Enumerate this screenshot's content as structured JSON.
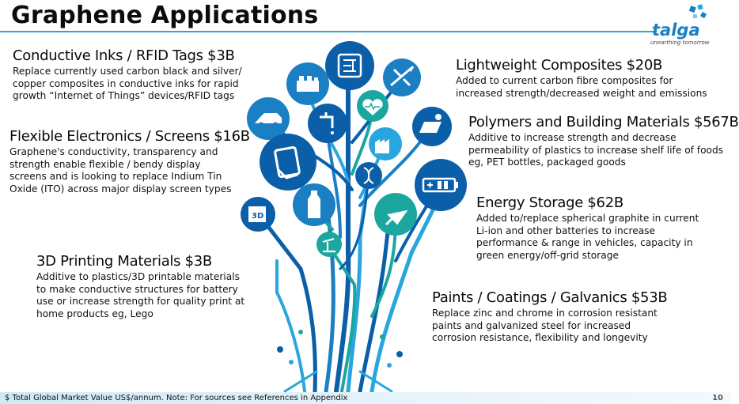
{
  "title": "Graphene Applications",
  "logo": {
    "word": "talga",
    "tagline": "unearthing tomorrow"
  },
  "sections": {
    "conductive_inks": {
      "heading": "Conductive Inks  / RFID Tags $3B",
      "body": "Replace currently used carbon black and silver/\ncopper composites in conductive inks for rapid\ngrowth “Internet of Things” devices/RFID tags"
    },
    "flexible_electronics": {
      "heading": "Flexible Electronics / Screens $16B",
      "body": "Graphene's conductivity, transparency and\nstrength enable  flexible / bendy display\nscreens and is looking to replace Indium Tin\nOxide (ITO) across major display screen types"
    },
    "printing_3d": {
      "heading": "3D Printing Materials $3B",
      "body": "Additive to plastics/3D printable materials\nto make conductive structures for battery\nuse or increase strength for quality print at\nhome products eg, Lego"
    },
    "composites": {
      "heading": "Lightweight Composites $20B",
      "body": "Added to current carbon fibre composites for\nincreased strength/decreased weight and emissions"
    },
    "polymers": {
      "heading": "Polymers and Building Materials $567B",
      "body": "Additive to increase strength and decrease\npermeability of plastics to increase shelf life of foods\neg, PET bottles, packaged goods"
    },
    "energy": {
      "heading": "Energy Storage $62B",
      "body": "Added to/replace spherical graphite in current\nLi-ion and other batteries to increase\nperformance & range in vehicles, capacity in\ngreen energy/off-grid storage"
    },
    "paints": {
      "heading": "Paints / Coatings / Galvanics $53B",
      "body": "Replace zinc and chrome in corrosion resistant\npaints and galvanized steel for increased\ncorrosion resistance, flexibility and longevity"
    }
  },
  "icon_badges": {
    "printer": "3D"
  },
  "footer": {
    "note": "$ Total Global Market Value US$/annum. Note: For sources see References in Appendix",
    "page": "10"
  },
  "colors": {
    "accent": "#2aa6de",
    "dark_blue": "#0b5fa8",
    "teal": "#1ba6a0",
    "logo_blue": "#1b7fc4"
  }
}
